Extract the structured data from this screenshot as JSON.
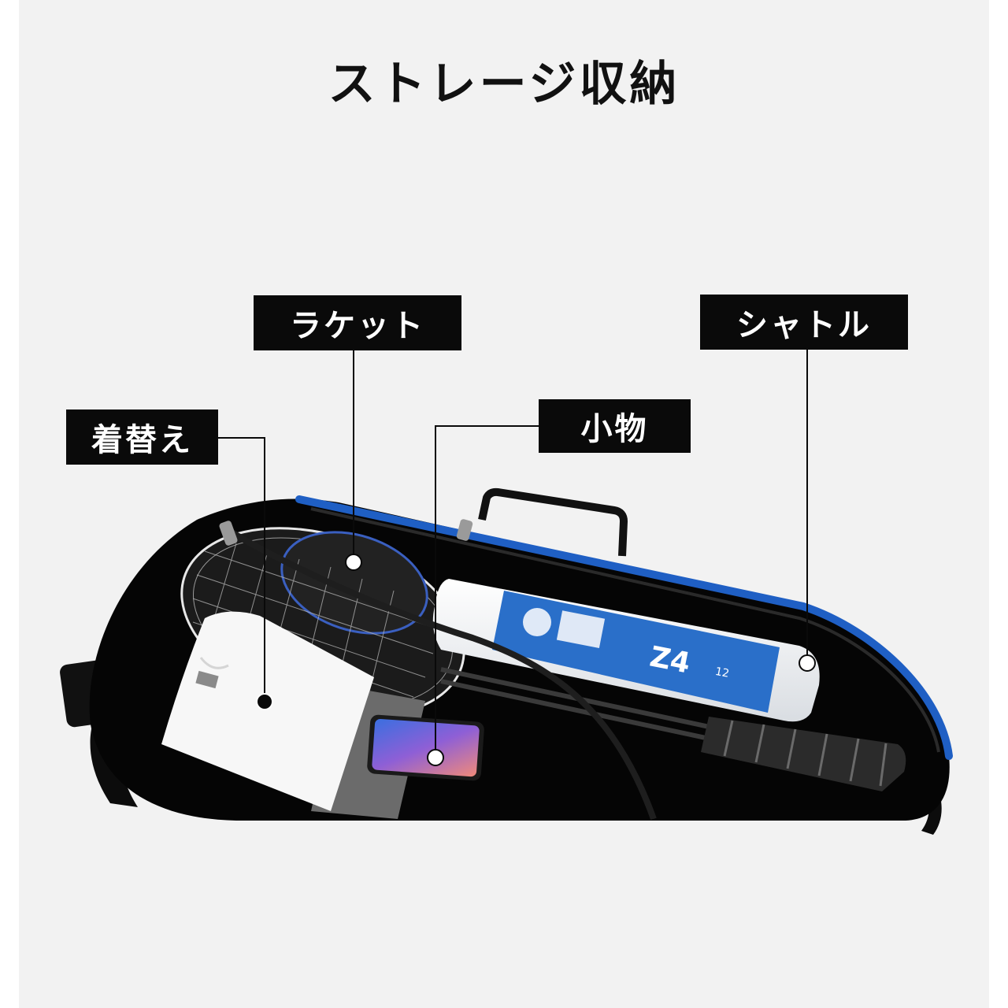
{
  "title": "ストレージ収納",
  "labels": {
    "racket": "ラケット",
    "shuttle": "シャトル",
    "small_items": "小物",
    "clothes": "着替え"
  },
  "shuttle_tube": {
    "model": "Z4",
    "small_text": "12"
  },
  "colors": {
    "background": "#f2f2f2",
    "label_bg": "#0a0a0a",
    "label_text": "#ffffff",
    "bag_body": "#050505",
    "bag_trim": "#1f5fc4",
    "tube_blue": "#2a6fc9"
  }
}
